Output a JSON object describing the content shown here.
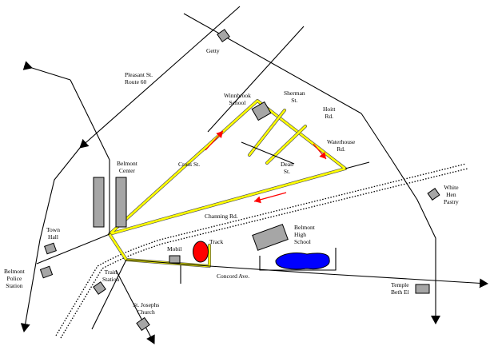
{
  "colors": {
    "road": "#000000",
    "route": "#ffff00",
    "route_edge": "#555555",
    "building": "#a6a6a6",
    "arrow": "#ff0000",
    "track": "#ff0000",
    "pond": "#0000ff",
    "background": "#ffffff"
  },
  "labels": {
    "getty": "Getty",
    "pleasant_st": "Pleasant St.",
    "route_60": "Route 60",
    "winnbrook": "Winnbrook",
    "winnbrook_school": "School",
    "sherman": "Sherman",
    "sherman_st": "St.",
    "hoitt": "Hoitt",
    "hoitt_rd": "Rd.",
    "waterhouse": "Waterhouse",
    "waterhouse_rd": "Rd.",
    "dean": "Dean",
    "dean_st": "St.",
    "belmont_center": "Belmont",
    "belmont_center_2": "Center",
    "cross_st": "Cross St.",
    "white_hen": "White",
    "white_hen_2": "Hen",
    "white_hen_3": "Pastry",
    "channing_rd": "Channing Rd.",
    "town_hall": "Town",
    "town_hall_2": "Hall",
    "belmont_high": "Belmont",
    "belmont_high_2": "High",
    "belmont_high_3": "School",
    "track": "Track",
    "mobil": "Mobil",
    "police": "Belmont",
    "police_2": "Police",
    "police_3": "Station",
    "train": "Train",
    "train_2": "Station",
    "concord_ave": "Concord Ave.",
    "temple": "Temple",
    "temple_2": "Beth El",
    "st_josephs": "St. Josephs",
    "st_josephs_2": "Church"
  }
}
